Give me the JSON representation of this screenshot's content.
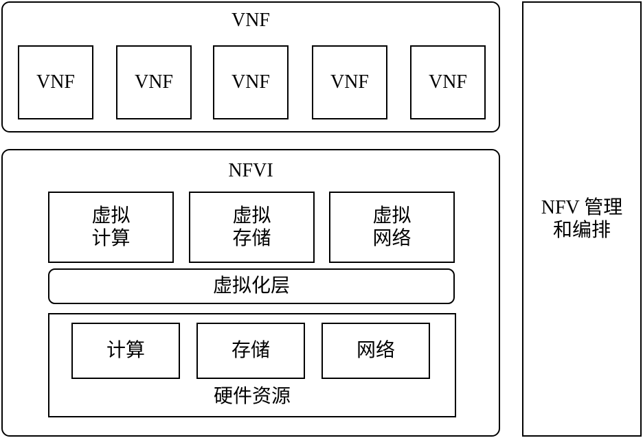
{
  "vnf_layer": {
    "title": "VNF",
    "items": [
      "VNF",
      "VNF",
      "VNF",
      "VNF",
      "VNF"
    ]
  },
  "nfvi": {
    "title": "NFVI",
    "virtual_resources": [
      {
        "line1": "虚拟",
        "line2": "计算"
      },
      {
        "line1": "虚拟",
        "line2": "存储"
      },
      {
        "line1": "虚拟",
        "line2": "网络"
      }
    ],
    "virtualization_layer": "虚拟化层",
    "hardware": {
      "title": "硬件资源",
      "items": [
        "计算",
        "存储",
        "网络"
      ]
    }
  },
  "management": {
    "line1": "NFV 管理",
    "line2": "和编排"
  }
}
